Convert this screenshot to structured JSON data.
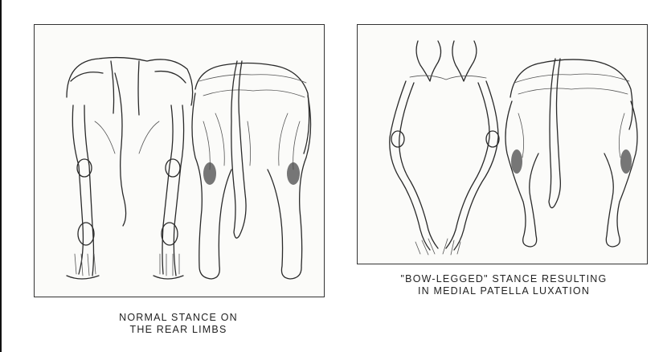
{
  "figures": {
    "left": {
      "caption_line1": "NORMAL STANCE ON",
      "caption_line2": "THE REAR LIMBS"
    },
    "right": {
      "caption_line1": "\"BOW-LEGGED\" STANCE RESULTING",
      "caption_line2": "IN MEDIAL PATELLA LUXATION"
    }
  }
}
